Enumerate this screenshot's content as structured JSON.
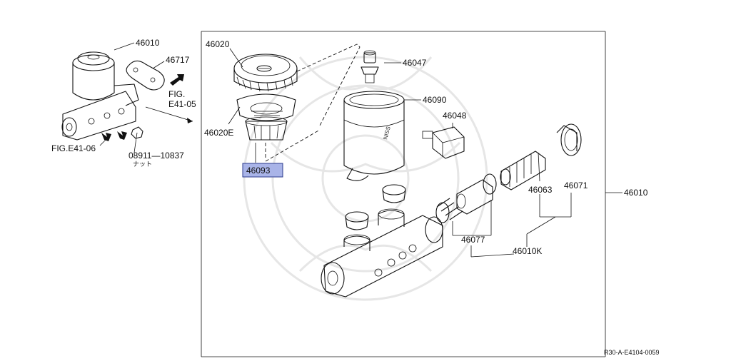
{
  "labels": {
    "p46010_top": "46010",
    "p46717": "46717",
    "fig_e41_05_a": "FIG.",
    "fig_e41_05_b": "E41-05",
    "fig_e41_06": "FIG.E41-06",
    "p08911": "08911—10837",
    "p08911_sub": "ナット",
    "p46020": "46020",
    "p46020e": "46020E",
    "p46093": "46093",
    "p46047": "46047",
    "p46090": "46090",
    "p46048": "46048",
    "p46063": "46063",
    "p46071": "46071",
    "p46010_right": "46010",
    "p46077": "46077",
    "p46010k": "46010K",
    "diagram_code": "R30-A-E4104-0059"
  },
  "highlight": {
    "part": "46093",
    "color": "#a9b4e8"
  }
}
